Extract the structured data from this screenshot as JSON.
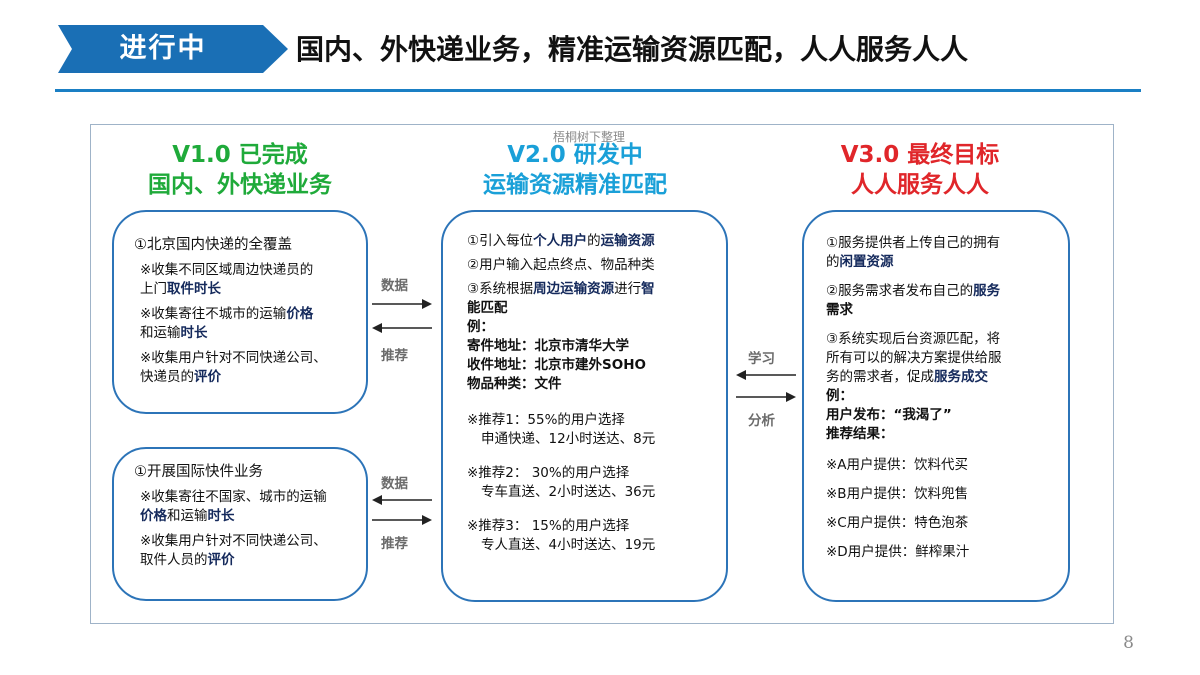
{
  "header": {
    "tag": "进行中",
    "headline": "国内、外快递业务，精准运输资源匹配，人人服务人人"
  },
  "watermark": "梧桐树下整理",
  "columns": {
    "v1": {
      "line1": "V1.0 已完成",
      "line2": "国内、外快递业务",
      "color": "#1faa3a"
    },
    "v2": {
      "line1": "V2.0 研发中",
      "line2": "运输资源精准匹配",
      "color": "#1aa0d8"
    },
    "v3": {
      "line1": "V3.0 最终目标",
      "line2": "人人服务人人",
      "color": "#e0262a"
    }
  },
  "box1": {
    "title": "①北京国内快递的全覆盖",
    "i1a": "※收集不同区域周边快递员的",
    "i1b": "上门",
    "i1c": "取件时长",
    "i2a": "※收集寄往不城市的运输",
    "i2b": "价格",
    "i2c": "和运输",
    "i2d": "时长",
    "i3a": "※收集用户针对不同快递公司、",
    "i3b": "快递员的",
    "i3c": "评价"
  },
  "box2": {
    "title": "①开展国际快件业务",
    "i1a": "※收集寄往不国家、城市的运输",
    "i1b": "价格",
    "i1c": "和运输",
    "i1d": "时长",
    "i2a": "※收集用户针对不同快递公司、",
    "i2b": "取件人员的",
    "i2c": "评价"
  },
  "box3": {
    "l1a": "①引入每位",
    "l1b": "个人用户",
    "l1c": "的",
    "l1d": "运输资源",
    "l2": "②用户输入起点终点、物品种类",
    "l3a": "③系统根据",
    "l3b": "周边运输资源",
    "l3c": "进行",
    "l3d": "智",
    "l4": "能匹配",
    "l5": "例：",
    "l6": "寄件地址：北京市清华大学",
    "l7": "收件地址：北京市建外SOHO",
    "l8": "物品种类：文件",
    "r1": "※推荐1：55%的用户选择",
    "r1d": "申通快递、12小时送达、8元",
    "r2": "※推荐2：  30%的用户选择",
    "r2d": "专车直送、2小时送达、36元",
    "r3": "※推荐3：  15%的用户选择",
    "r3d": "专人直送、4小时送达、19元"
  },
  "box4": {
    "l1": "①服务提供者上传自己的拥有",
    "l2a": "的",
    "l2b": "闲置资源",
    "l3a": "②服务需求者发布自己的",
    "l3b": "服务",
    "l4": "需求",
    "l5": "③系统实现后台资源匹配，将",
    "l6": "所有可以的解决方案提供给服",
    "l7a": "务的需求者，促成",
    "l7b": "服务成交",
    "l8": "例：",
    "l9": "用户发布：“我渴了”",
    "l10": "推荐结果：",
    "r1": "※A用户提供：饮料代买",
    "r2": "※B用户提供：饮料兜售",
    "r3": "※C用户提供：特色泡茶",
    "r4": "※D用户提供：鲜榨果汁"
  },
  "flows": {
    "f1_top": "数据",
    "f1_bottom": "推荐",
    "f2_top": "数据",
    "f2_bottom": "推荐",
    "f3_top": "学习",
    "f3_bottom": "分析"
  },
  "page_number": "8",
  "colors": {
    "accent_blue": "#1a7fc4",
    "box_border": "#2c74b8",
    "bold_text": "#152a5c"
  }
}
